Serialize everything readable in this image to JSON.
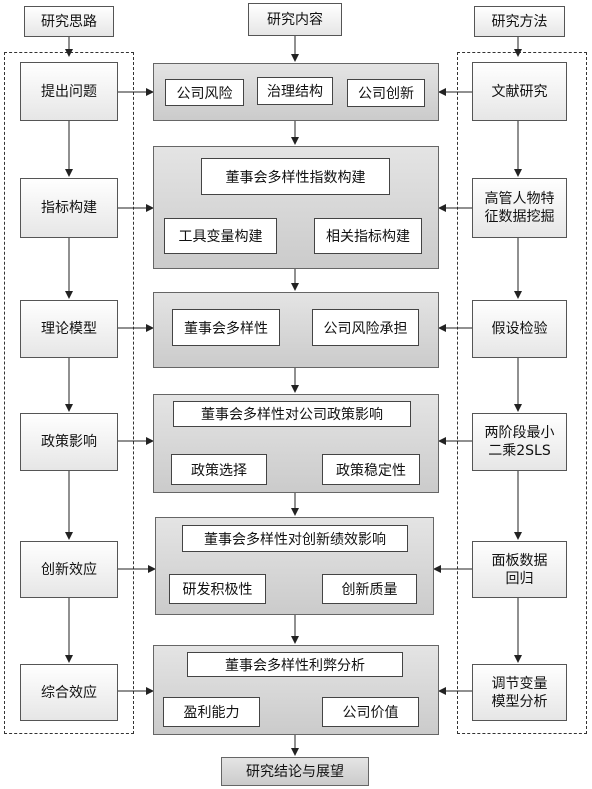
{
  "headers": {
    "left": "研究思路",
    "center": "研究内容",
    "right": "研究方法"
  },
  "left_steps": [
    "提出问题",
    "指标构建",
    "理论模型",
    "政策影响",
    "创新效应",
    "综合效应"
  ],
  "right_methods": [
    "文献研究",
    "高管人物特征数据挖掘",
    "假设检验",
    "两阶段最小二乘2SLS",
    "面板数据回归",
    "调节变量模型分析"
  ],
  "panels": [
    {
      "items": [
        "公司风险",
        "治理结构",
        "公司创新"
      ]
    },
    {
      "title": "董事会多样性指数构建",
      "items": [
        "工具变量构建",
        "相关指标构建"
      ]
    },
    {
      "items": [
        "董事会多样性",
        "公司风险承担"
      ]
    },
    {
      "title": "董事会多样性对公司政策影响",
      "items": [
        "政策选择",
        "政策稳定性"
      ]
    },
    {
      "title": "董事会多样性对创新绩效影响",
      "items": [
        "研发积极性",
        "创新质量"
      ]
    },
    {
      "title": "董事会多样性利弊分析",
      "items": [
        "盈利能力",
        "公司价值"
      ]
    }
  ],
  "conclusion": "研究结论与展望"
}
